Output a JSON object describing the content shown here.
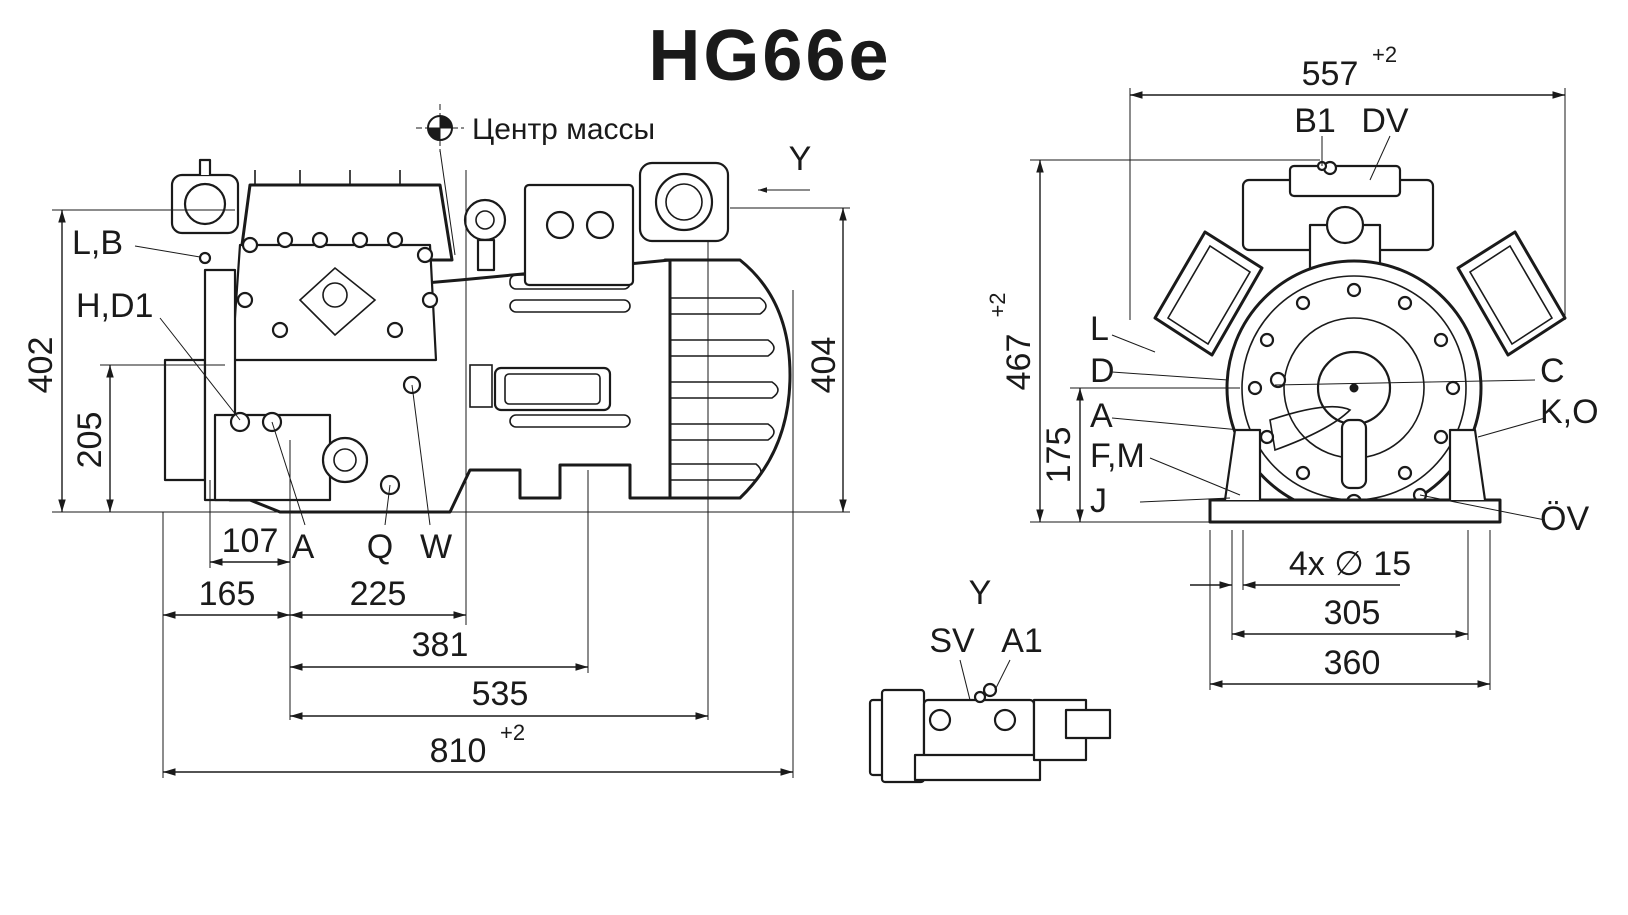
{
  "title": "HG66e",
  "legend": {
    "center_of_mass": "Центр массы"
  },
  "side_view": {
    "heights": {
      "overall_left": "402",
      "center_left": "205",
      "overall_right": "404"
    },
    "widths": {
      "d107": "107",
      "d165": "165",
      "d225": "225",
      "d381": "381",
      "d535": "535",
      "d810": "810",
      "d810_tol": "+2"
    },
    "connections": {
      "LB": "L,B",
      "HD1": "H,D1",
      "A": "A",
      "Q": "Q",
      "W": "W",
      "Y": "Y"
    }
  },
  "front_view": {
    "width_top": "557",
    "width_top_tol": "+2",
    "height_total": "467",
    "height_total_tol": "+2",
    "height_shaft": "175",
    "holes": "4x ∅ 15",
    "foot_inner": "305",
    "foot_outer": "360",
    "connections": {
      "B1": "B1",
      "DV": "DV",
      "L": "L",
      "D": "D",
      "A": "A",
      "FM": "F,M",
      "J": "J",
      "C": "C",
      "KO": "K,O",
      "OV": "ÖV"
    }
  },
  "view_y": {
    "title": "Y",
    "SV": "SV",
    "A1": "A1"
  },
  "colors": {
    "line": "#1a1a1a",
    "background": "#ffffff"
  }
}
